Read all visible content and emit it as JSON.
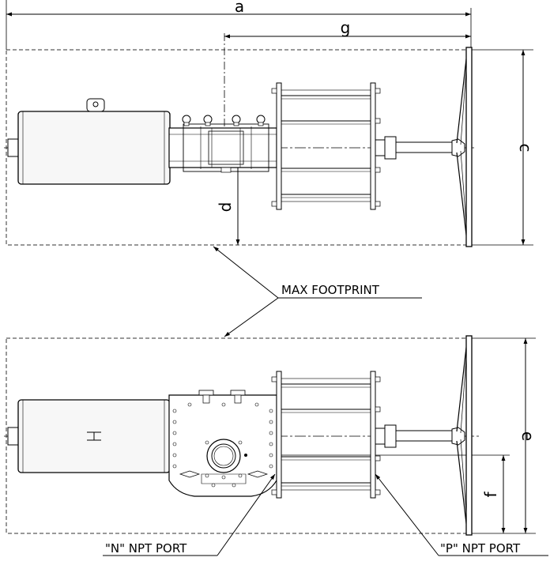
{
  "dimensions": {
    "a": "a",
    "g": "g",
    "c": "c",
    "d": "d",
    "e": "e",
    "f": "f"
  },
  "callouts": {
    "max_footprint": "MAX FOOTPRINT",
    "n_port": "\"N\" NPT PORT",
    "p_port": "\"P\" NPT PORT"
  },
  "colors": {
    "line": "#000000",
    "dashed": "#333333",
    "body_fill": "#f7f7f7"
  }
}
